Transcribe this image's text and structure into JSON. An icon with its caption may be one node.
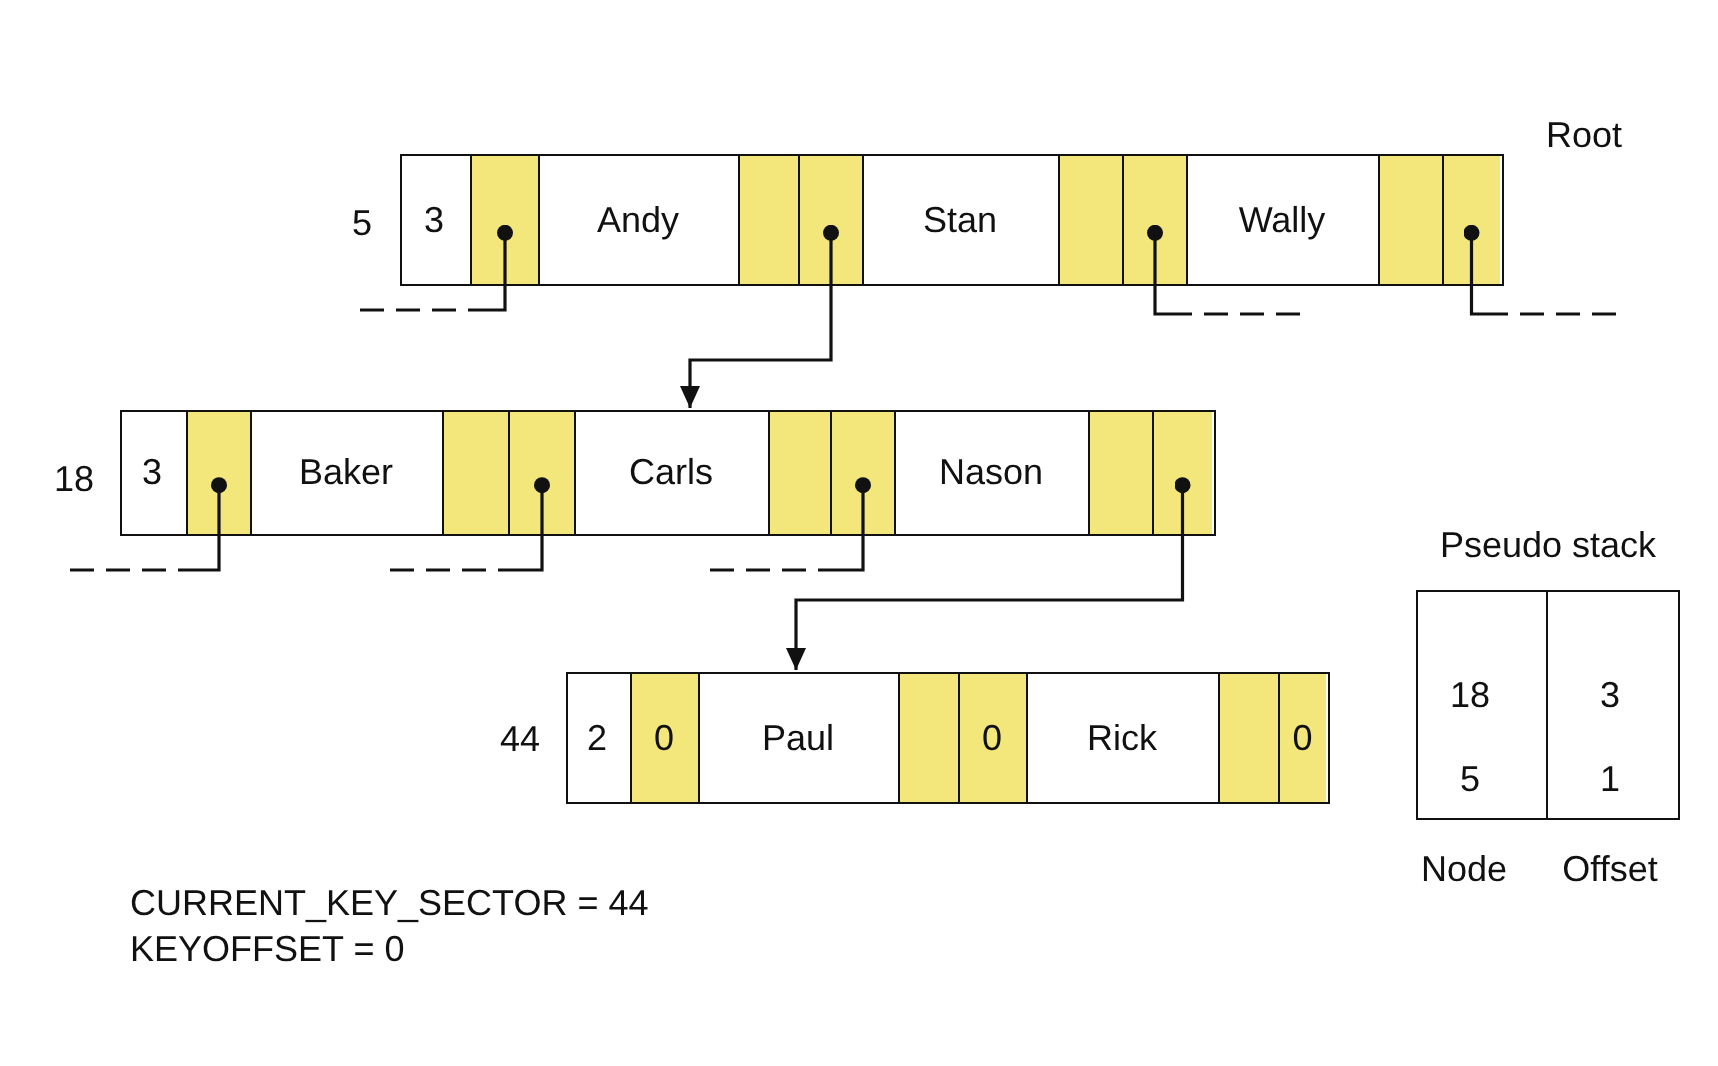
{
  "diagram": {
    "nodes": [
      {
        "text": [],
        "shape": "box",
        "beside": [
          "5",
          "Root"
        ]
      },
      {
        "text": [
          "3"
        ],
        "in": 0
      },
      {
        "text": [],
        "shape": "box",
        "in": 0
      },
      {
        "text": [
          "Andy"
        ],
        "in": 0
      },
      {
        "text": [],
        "shape": "box",
        "in": 0
      },
      {
        "text": [],
        "shape": "box",
        "in": 0
      },
      {
        "text": [
          "Stan"
        ],
        "in": 0
      },
      {
        "text": [],
        "shape": "box",
        "in": 0
      },
      {
        "text": [],
        "shape": "box",
        "in": 0
      },
      {
        "text": [
          "Wally"
        ],
        "in": 0
      },
      {
        "text": [],
        "shape": "box",
        "in": 0
      },
      {
        "text": [],
        "shape": "box",
        "in": 0
      },
      {
        "text": [],
        "shape": "box",
        "beside": [
          "18"
        ]
      },
      {
        "text": [
          "3"
        ],
        "in": 12
      },
      {
        "text": [],
        "shape": "box",
        "in": 12
      },
      {
        "text": [
          "Baker"
        ],
        "in": 12
      },
      {
        "text": [],
        "shape": "box",
        "in": 12
      },
      {
        "text": [],
        "shape": "box",
        "in": 12
      },
      {
        "text": [
          "Carls"
        ],
        "in": 12
      },
      {
        "text": [],
        "shape": "box",
        "in": 12
      },
      {
        "text": [],
        "shape": "box",
        "in": 12
      },
      {
        "text": [
          "Nason"
        ],
        "in": 12
      },
      {
        "text": [],
        "shape": "box",
        "in": 12
      },
      {
        "text": [],
        "shape": "box",
        "in": 12
      },
      {
        "text": [],
        "shape": "box",
        "beside": [
          "44"
        ]
      },
      {
        "text": [
          "2"
        ],
        "in": 24
      },
      {
        "text": [
          "0"
        ],
        "in": 24
      },
      {
        "text": [
          "Paul"
        ],
        "in": 24
      },
      {
        "text": [],
        "shape": "box",
        "in": 24
      },
      {
        "text": [
          "0"
        ],
        "in": 24
      },
      {
        "text": [
          "Rick"
        ],
        "in": 24
      },
      {
        "text": [],
        "shape": "box",
        "in": 24
      },
      {
        "text": [
          "0"
        ],
        "in": 24
      },
      {
        "text": [
          "Pseudo stack"
        ]
      }
    ],
    "edges": [
      {
        "from": 2,
        "to": null,
        "arrow": "other",
        "style": "dashed"
      },
      {
        "from": 5,
        "to": 12,
        "arrow": "to"
      },
      {
        "from": 8,
        "to": null,
        "arrow": "other",
        "style": "dashed"
      },
      {
        "from": 11,
        "to": null,
        "arrow": "other",
        "style": "dashed"
      },
      {
        "from": 14,
        "to": null,
        "arrow": "other",
        "style": "dashed"
      },
      {
        "from": 17,
        "to": null,
        "arrow": "other",
        "style": "dashed"
      },
      {
        "from": 20,
        "to": null,
        "arrow": "other",
        "style": "dashed"
      },
      {
        "from": 23,
        "to": 24,
        "arrow": "to"
      }
    ],
    "labels": [
      "18",
      "3",
      "5",
      "1",
      "Node",
      "Offset",
      "CURRENT_KEY_SECTOR = 44",
      "KEYOFFSET = 0"
    ]
  }
}
